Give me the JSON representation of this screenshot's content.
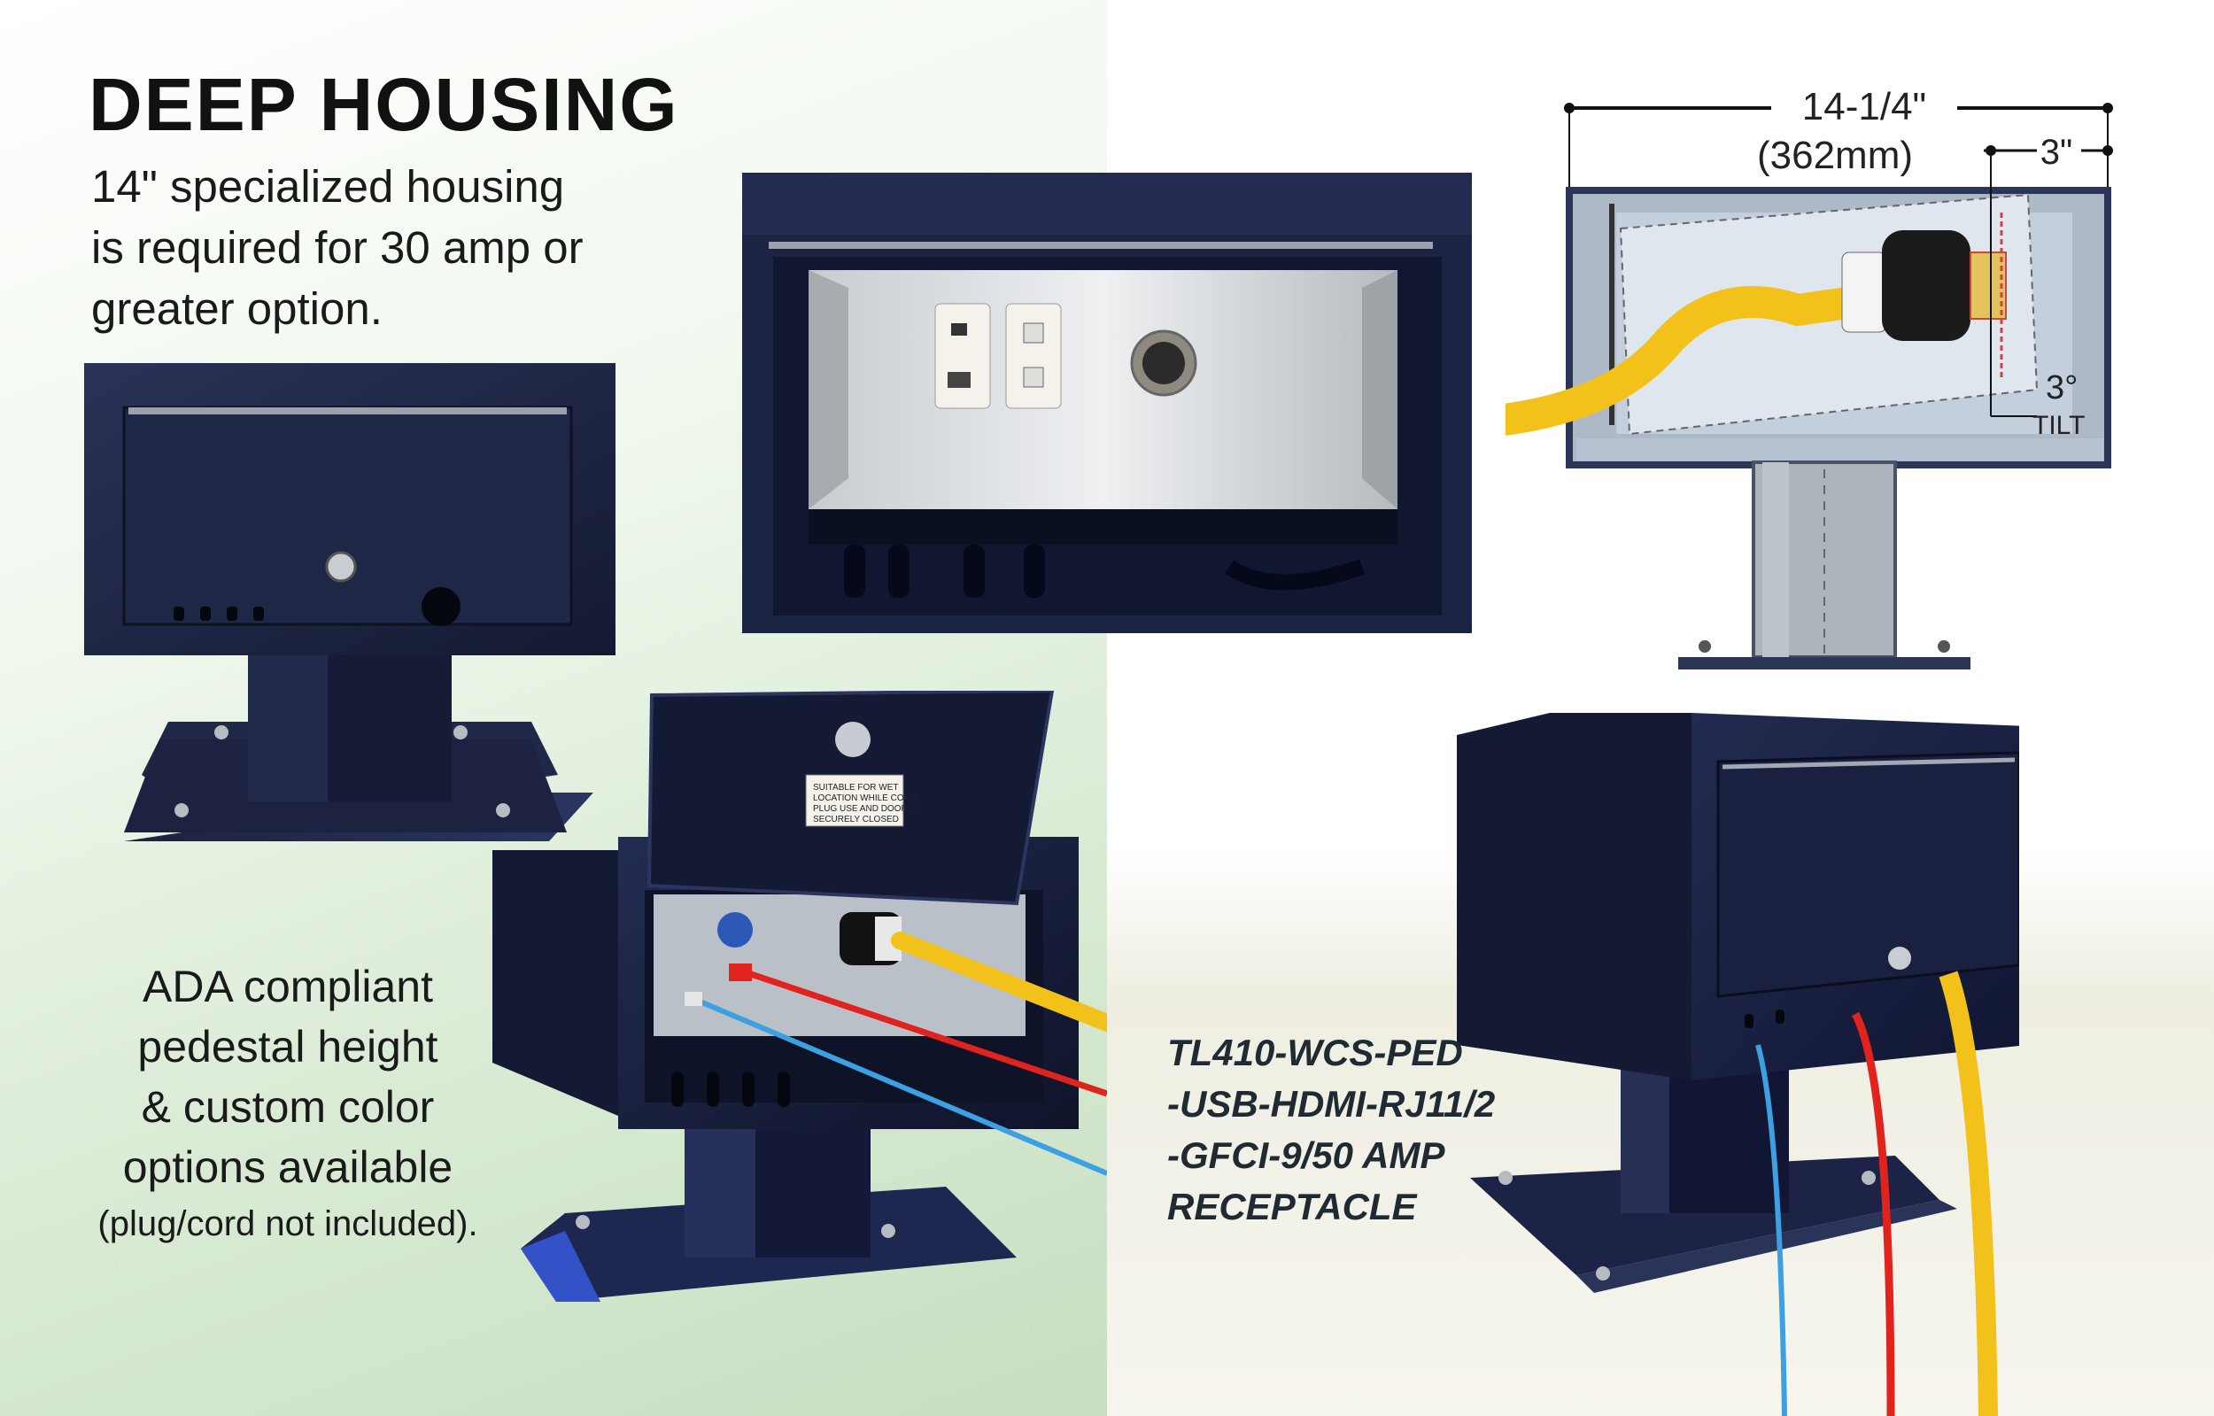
{
  "heading": "DEEP HOUSING",
  "lead_lines": [
    "14\" specialized housing",
    "is required for 30 amp or",
    "greater option."
  ],
  "ada_lines": [
    "ADA compliant",
    "pedestal height",
    "& custom color",
    "options available"
  ],
  "ada_note": "(plug/cord not included).",
  "model_lines": [
    "TL410-WCS-PED",
    "-USB-HDMI-RJ11/2",
    "-GFCI-9/50 AMP",
    "RECEPTACLE"
  ],
  "diagram": {
    "width_imperial": "14-1/4\"",
    "width_metric": "(362mm)",
    "offset": "3\"",
    "tilt_angle": "3°",
    "tilt_label": "TILT"
  },
  "warning_label": [
    "SUITABLE FOR WET",
    "LOCATION WHILE CORD",
    "PLUG USE AND DOOR IS",
    "SECURELY CLOSED"
  ],
  "colors": {
    "housing": "#1b2340",
    "cable_yellow": "#f2c21a",
    "cable_red": "#e0231c",
    "cable_blue": "#3da0e0",
    "plate": "#cfd3d6"
  }
}
